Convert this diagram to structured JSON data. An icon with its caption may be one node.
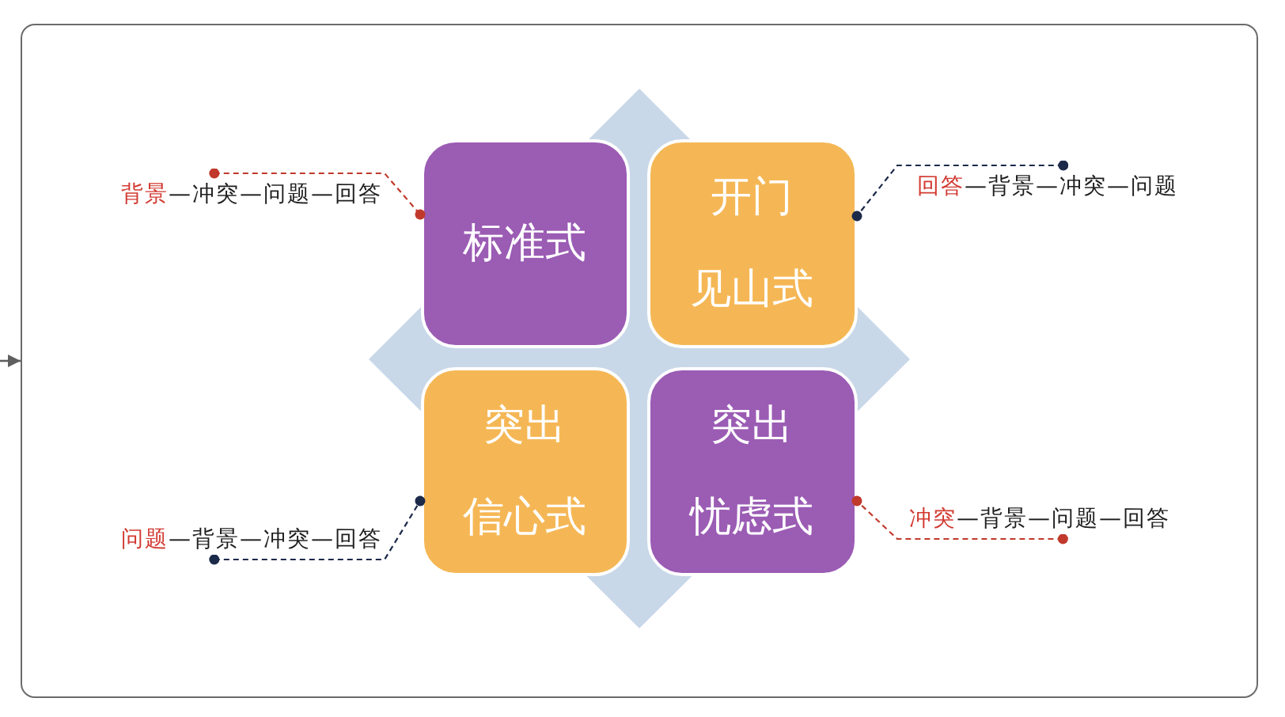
{
  "diagram": {
    "nodes": [
      {
        "text": [],
        "shape": "box"
      },
      {
        "text": [
          "背景—冲突—问题—回答"
        ],
        "in": 0
      },
      {
        "text": [
          "标准式"
        ],
        "in": 0
      },
      {
        "text": [
          "开门见山式"
        ],
        "in": 0
      },
      {
        "text": [
          "回答—背景—冲突—问题"
        ],
        "in": 0
      },
      {
        "text": [
          "问题—背景—冲突—回答"
        ],
        "in": 0
      },
      {
        "text": [
          "突出信心式"
        ],
        "in": 0
      },
      {
        "text": [
          "突出忧虑式"
        ],
        "in": 0
      },
      {
        "text": [
          "冲突—背景—问题—回答"
        ],
        "in": 0
      }
    ],
    "edges": [
      {
        "from": null,
        "to": 0,
        "arrow": "to",
        "color": "#5f5f5f"
      },
      {
        "from": 1,
        "to": 2,
        "arrow": "other",
        "style": "dashed",
        "color": "#c0392b"
      },
      {
        "from": 4,
        "to": 3,
        "arrow": "other",
        "style": "dashed",
        "color": "#1c2a4a"
      },
      {
        "from": 5,
        "to": 6,
        "arrow": "other",
        "style": "dashed",
        "color": "#1c2a4a"
      },
      {
        "from": 8,
        "to": 7,
        "arrow": "other",
        "style": "dashed",
        "color": "#c0392b"
      }
    ]
  }
}
